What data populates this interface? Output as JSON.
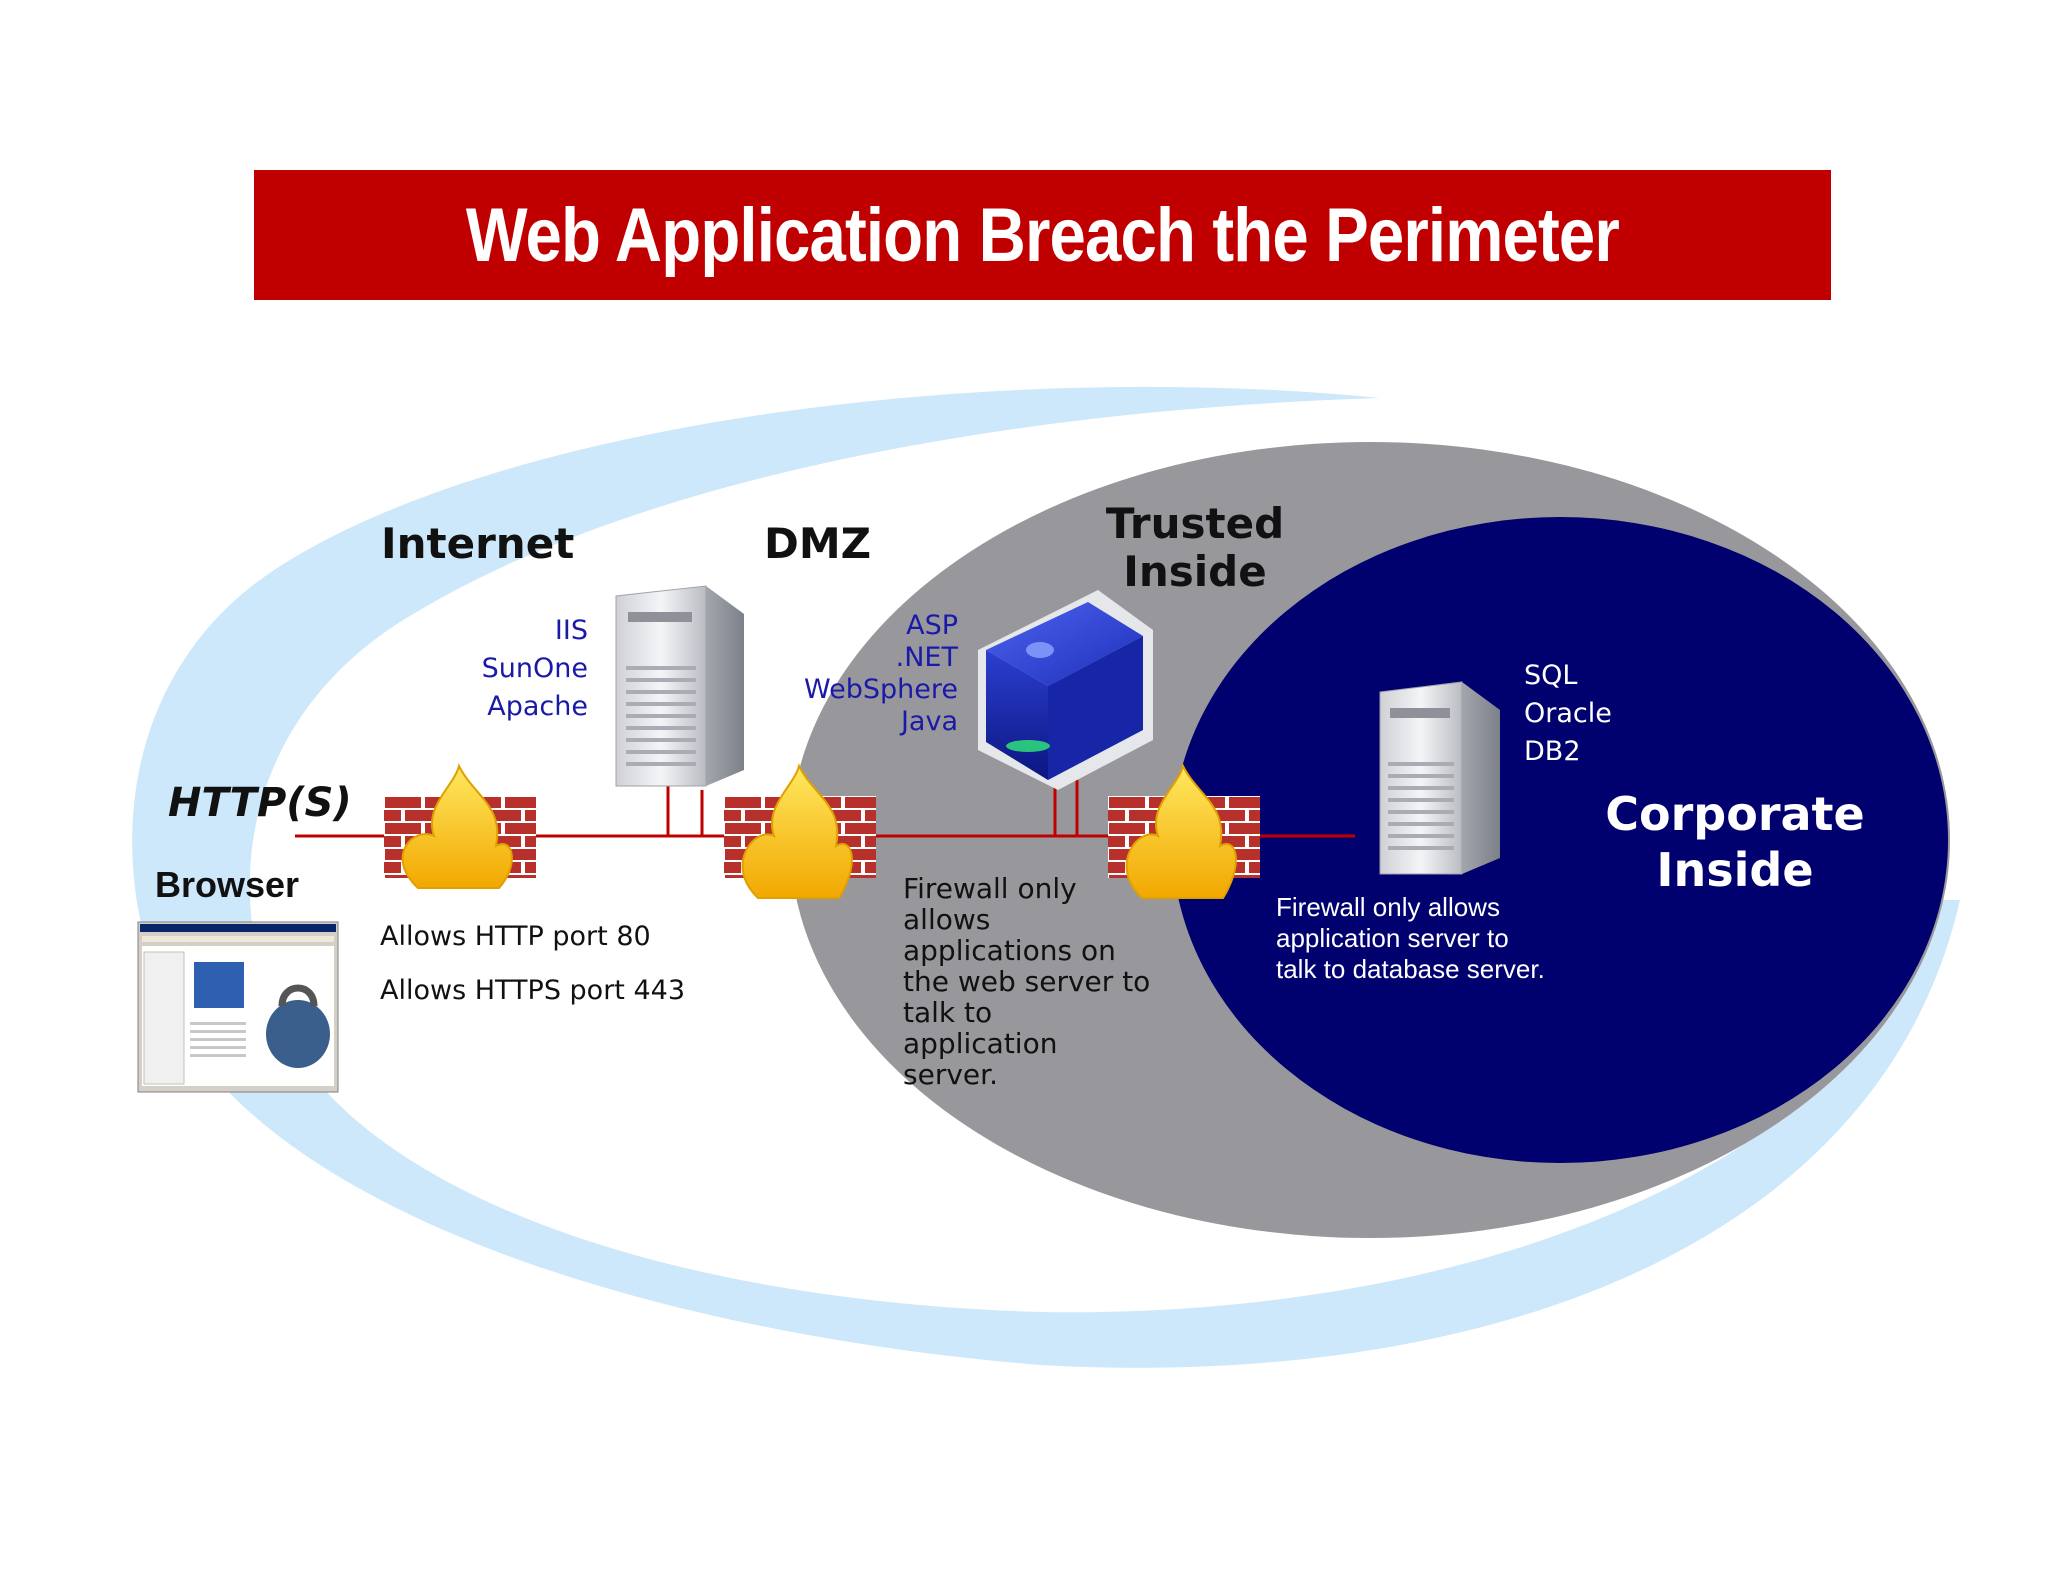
{
  "title": "Web Application Breach the Perimeter",
  "zones": {
    "internet": "Internet",
    "dmz": "DMZ",
    "trusted_inside": [
      "Trusted",
      "Inside"
    ],
    "corporate_inside": [
      "Corporate",
      "Inside"
    ]
  },
  "web_servers": [
    "IIS",
    "SunOne",
    "Apache"
  ],
  "app_servers": [
    "ASP",
    ".NET",
    "WebSphere",
    "Java"
  ],
  "db_servers": [
    "SQL",
    "Oracle",
    "DB2"
  ],
  "client": {
    "protocol": "HTTP(S)",
    "label": "Browser"
  },
  "firewall_rules": {
    "outer": [
      "Allows HTTP port 80",
      "Allows HTTPS port 443"
    ],
    "middle": "Firewall only allows applications on the web server to talk to application server.",
    "inner": "Firewall only allows application server to talk to database server."
  },
  "colors": {
    "banner": "#c00000",
    "corporate": "#00006e",
    "trusted": "#98989c",
    "outer_swirl": "#cde8fa",
    "link": "#c00000",
    "text_blue": "#1a1aa8"
  }
}
